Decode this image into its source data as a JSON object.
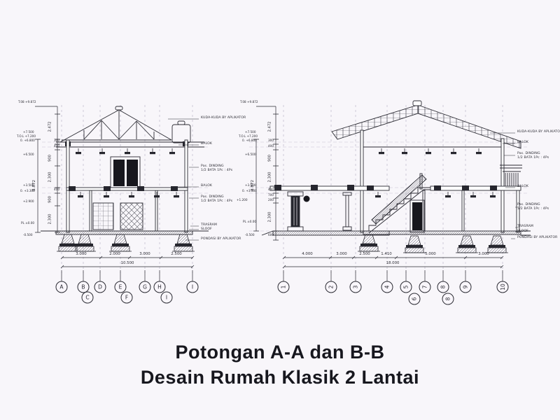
{
  "page": {
    "background": "#f8f6fa",
    "line_color": "#2b2b33",
    "title_color": "#17171e"
  },
  "title": {
    "line1": "Potongan A-A dan B-B",
    "line2": "Desain Rumah Klasik 2 Lantai"
  },
  "callouts": {
    "kuda": "KUDA-KUDA BY APLIKATOR",
    "balok": "BALOK",
    "dinding1": "Pas. DINDING",
    "dinding2": "1/2 BATA 1Pc : 4Ps",
    "trasram": "TRASRAM",
    "sloof": "SLOOF",
    "pondasi": "PONDASI BY APLIKATOR"
  },
  "section_a": {
    "peak_label": "T.08 +9.872",
    "overall_height": "8.872",
    "vertical_dims": [
      "2.472",
      "300",
      "400",
      "900",
      "2.300",
      "400",
      "900",
      "2.300"
    ],
    "elevations": [
      "+7.500",
      "T.O.L +7.200",
      "0. +6.800",
      "+6.500",
      "+3.500",
      "0. +3.300",
      "+2.900",
      "PL ±0.00",
      "-0.500"
    ],
    "bottom_dims": [
      "3.000",
      "2.000",
      "3.000",
      "2.500"
    ],
    "total_width": "10.500",
    "grid_top": [
      "A",
      "B",
      "D",
      "E",
      "G",
      "H",
      "I"
    ],
    "grid_offset": [
      "C",
      "F",
      "I"
    ]
  },
  "section_b": {
    "peak_label": "T.08 +9.872",
    "overall_height": "8.872",
    "vertical_dims": [
      "2.472",
      "300",
      "400",
      "900",
      "2.300",
      "400",
      "700",
      "200",
      "2.300",
      "600"
    ],
    "elevations": [
      "+7.500",
      "T.O.L +7.200",
      "0. +6.800",
      "+6.500",
      "+3.500",
      "0. +3.300",
      "+1.200",
      "PL ±0.00",
      "-0.500"
    ],
    "bottom_dims": [
      "4.000",
      "3.000",
      "2.500",
      "1.410",
      "5.000",
      "3.000"
    ],
    "total_width": "18.000",
    "grid_top": [
      "1",
      "2",
      "3",
      "4",
      "5",
      "7",
      "8",
      "9",
      "10"
    ],
    "grid_offset": [
      "6",
      "8"
    ]
  }
}
